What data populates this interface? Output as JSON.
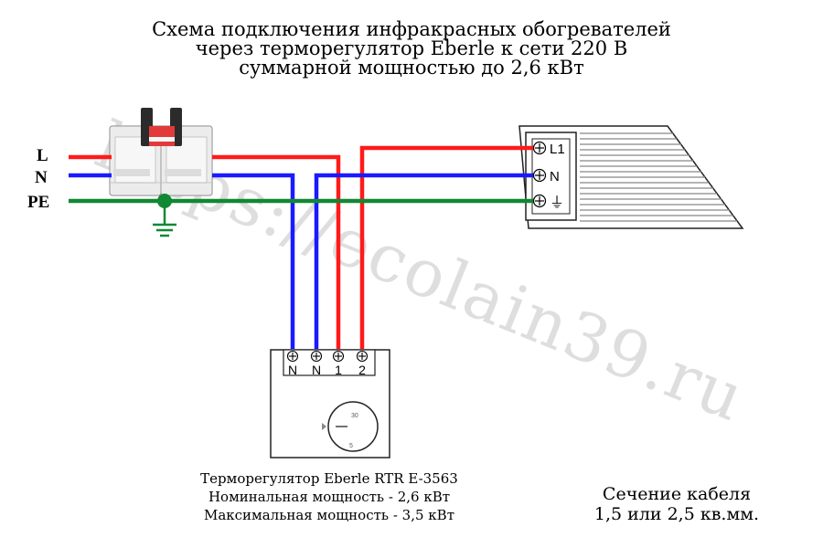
{
  "title": {
    "line1": "Схема подключения инфракрасных обогревателей",
    "line2": "через терморегулятор Eberle к сети 220 В",
    "line3": "суммарной мощностью до 2,6 кВт"
  },
  "wires": {
    "l_label": "L",
    "n_label": "N",
    "pe_label": "PE"
  },
  "heater": {
    "terminals": {
      "l1": "L1",
      "n": "N",
      "earth": "⏚"
    }
  },
  "thermostat": {
    "terminals": [
      "N",
      "N",
      "1",
      "2"
    ],
    "dial": {
      "max": "30",
      "min": "5"
    },
    "caption": {
      "model": "Терморегулятор Eberle RTR E-3563",
      "nominal": "Номинальная мощность - 2,6 кВт",
      "maximum": "Максимальная мощность - 3,5 кВт"
    }
  },
  "cable": {
    "line1": "Сечение кабеля",
    "line2": "1,5 или 2,5 кв.мм."
  },
  "watermark": "https://ecolain39.ru",
  "colors": {
    "phase": "#ff1a1a",
    "neutral": "#1a1aff",
    "earth": "#118833"
  }
}
